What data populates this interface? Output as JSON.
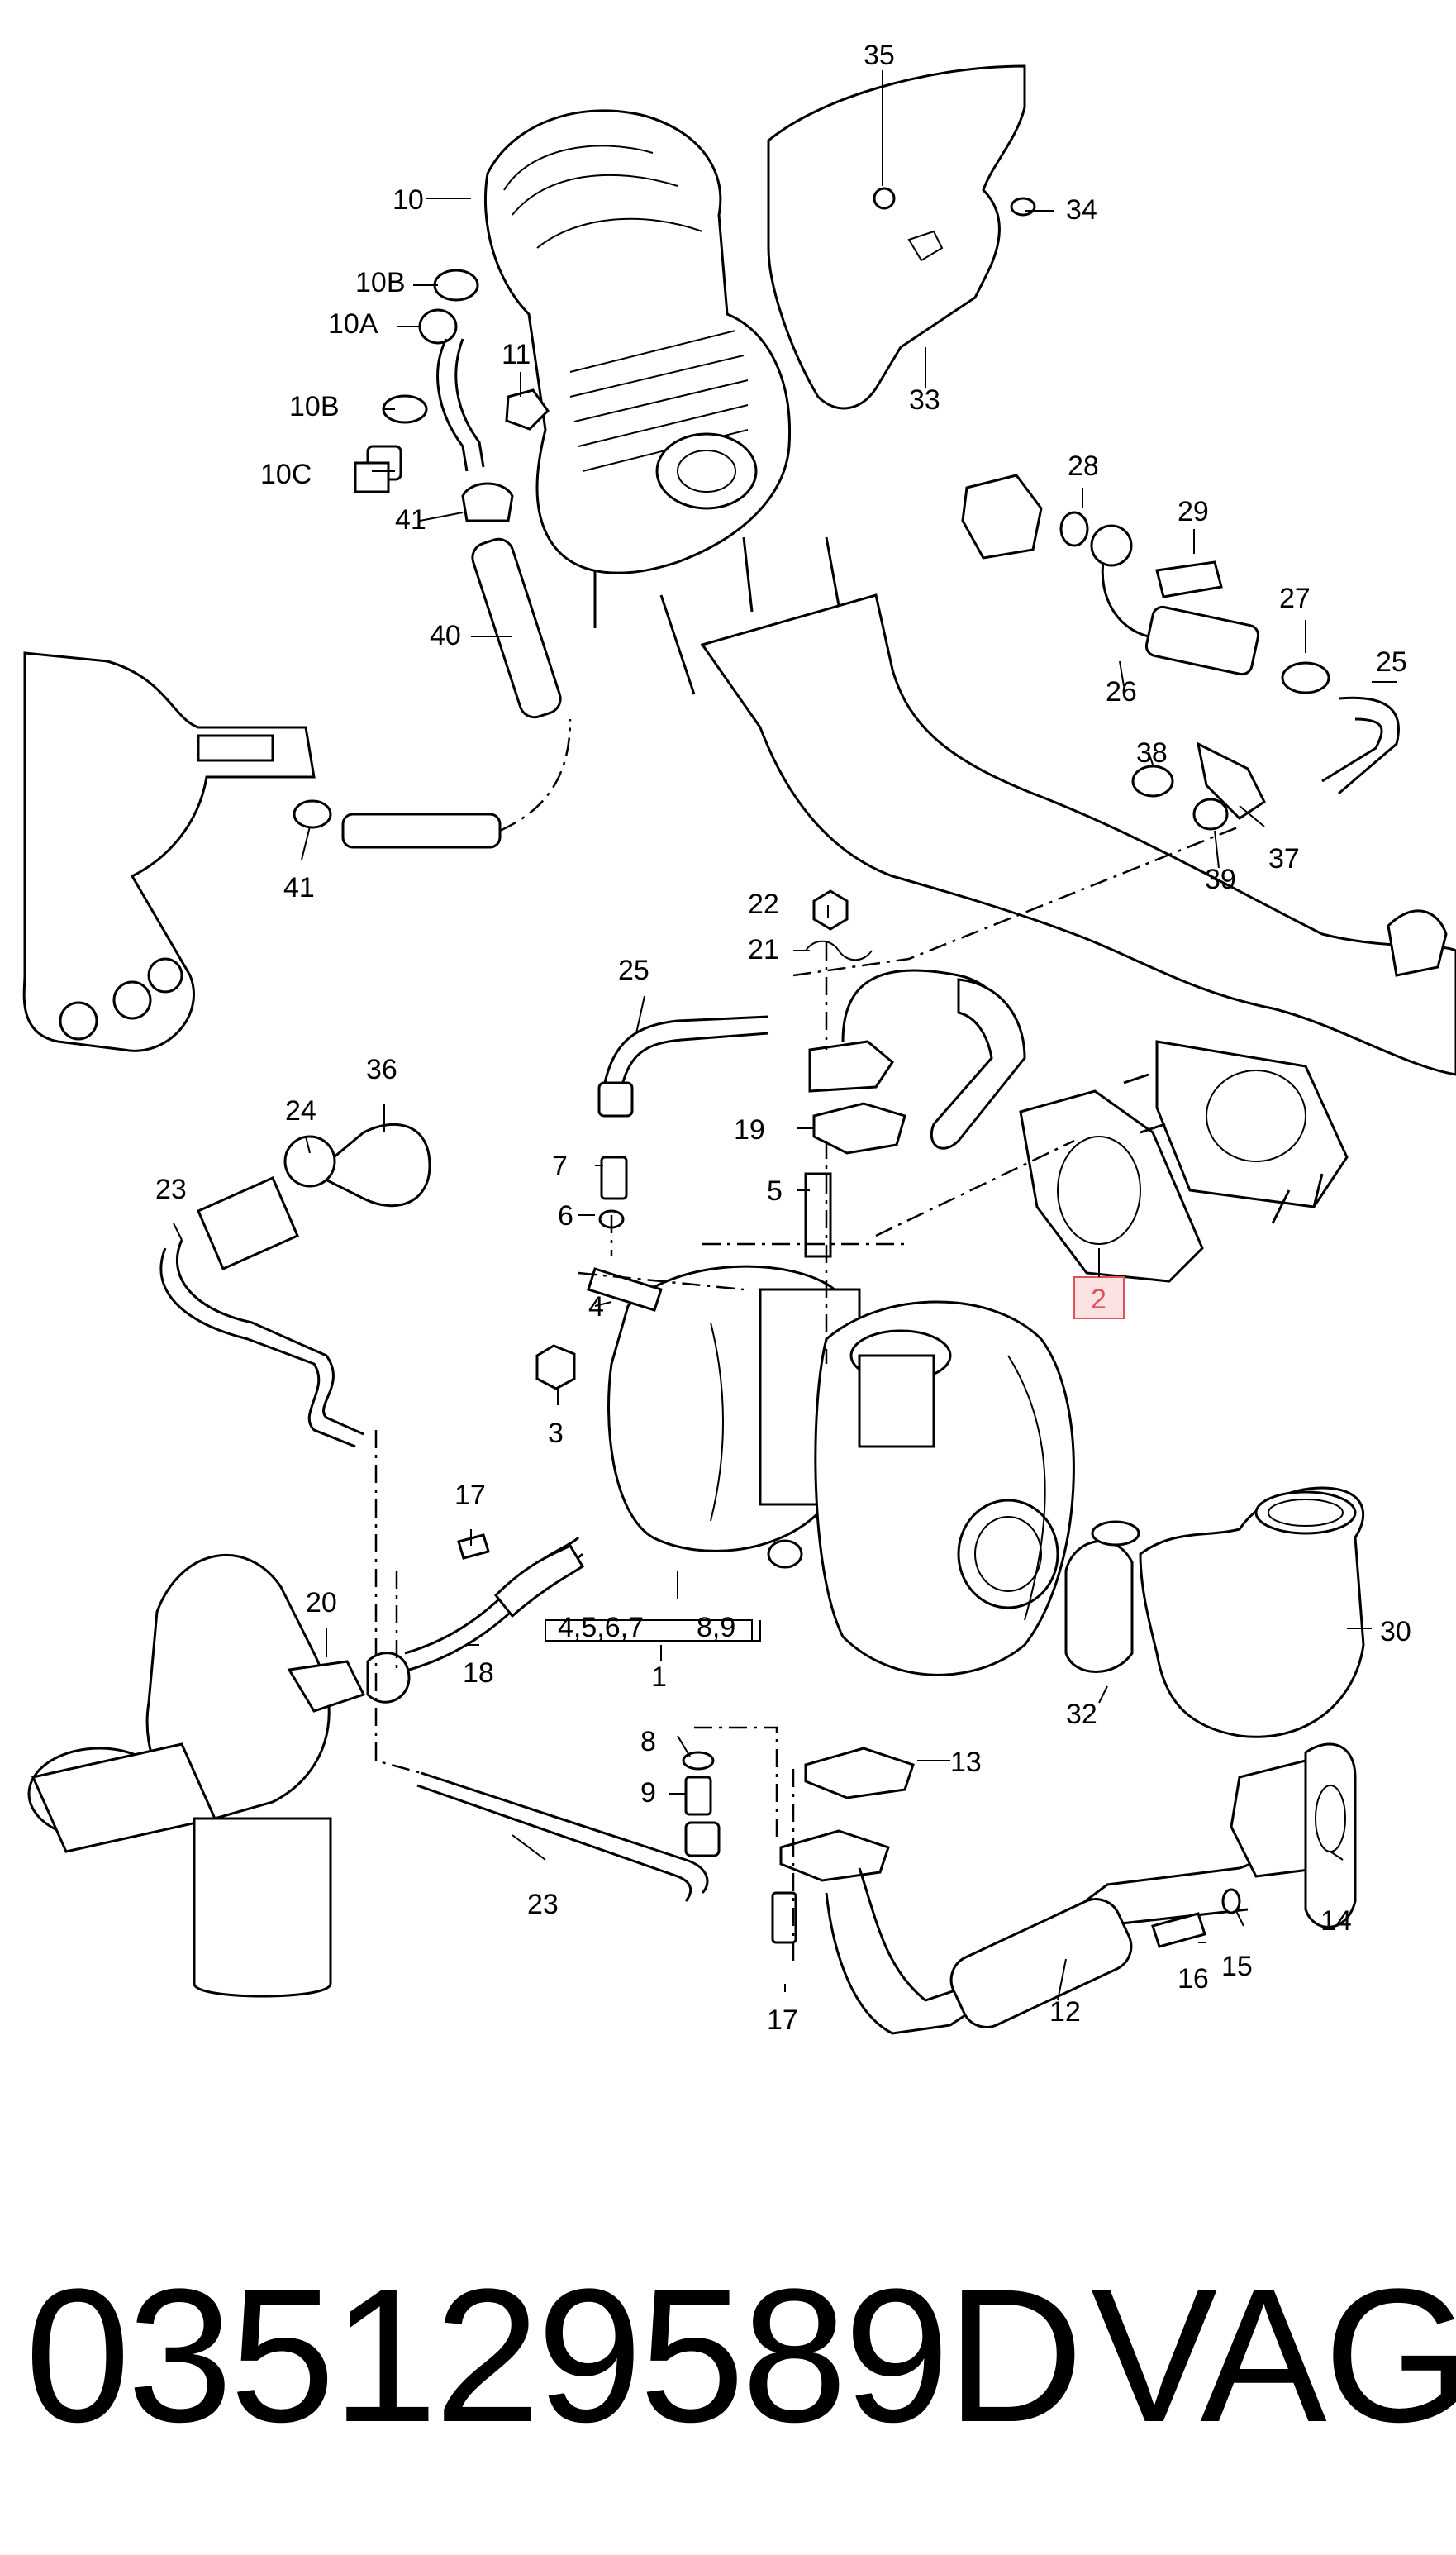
{
  "diagram": {
    "callouts": [
      {
        "id": "c35",
        "text": "35"
      },
      {
        "id": "c34",
        "text": "34"
      },
      {
        "id": "c33",
        "text": "33"
      },
      {
        "id": "c10",
        "text": "10"
      },
      {
        "id": "c10B_a",
        "text": "10B"
      },
      {
        "id": "c10A",
        "text": "10A"
      },
      {
        "id": "c11",
        "text": "11"
      },
      {
        "id": "c10B_b",
        "text": "10B"
      },
      {
        "id": "c10C",
        "text": "10C"
      },
      {
        "id": "c41_a",
        "text": "41"
      },
      {
        "id": "c40",
        "text": "40"
      },
      {
        "id": "c28",
        "text": "28"
      },
      {
        "id": "c29",
        "text": "29"
      },
      {
        "id": "c27",
        "text": "27"
      },
      {
        "id": "c25_a",
        "text": "25"
      },
      {
        "id": "c26",
        "text": "26"
      },
      {
        "id": "c38",
        "text": "38"
      },
      {
        "id": "c37",
        "text": "37"
      },
      {
        "id": "c39",
        "text": "39"
      },
      {
        "id": "c41_b",
        "text": "41"
      },
      {
        "id": "c22",
        "text": "22"
      },
      {
        "id": "c21",
        "text": "21"
      },
      {
        "id": "c25_b",
        "text": "25"
      },
      {
        "id": "c19",
        "text": "19"
      },
      {
        "id": "c36",
        "text": "36"
      },
      {
        "id": "c24",
        "text": "24"
      },
      {
        "id": "c7",
        "text": "7"
      },
      {
        "id": "c5",
        "text": "5"
      },
      {
        "id": "c23_a",
        "text": "23"
      },
      {
        "id": "c6",
        "text": "6"
      },
      {
        "id": "c2",
        "text": "2"
      },
      {
        "id": "c4",
        "text": "4"
      },
      {
        "id": "c3",
        "text": "3"
      },
      {
        "id": "c17_a",
        "text": "17"
      },
      {
        "id": "c20",
        "text": "20"
      },
      {
        "id": "c18",
        "text": "18"
      },
      {
        "id": "c30",
        "text": "30"
      },
      {
        "id": "c1group_a",
        "text": "4,5,6,7"
      },
      {
        "id": "c1group_b",
        "text": "8,9"
      },
      {
        "id": "c1",
        "text": "1"
      },
      {
        "id": "c32",
        "text": "32"
      },
      {
        "id": "c8",
        "text": "8"
      },
      {
        "id": "c13",
        "text": "13"
      },
      {
        "id": "c9",
        "text": "9"
      },
      {
        "id": "c14",
        "text": "14"
      },
      {
        "id": "c23_b",
        "text": "23"
      },
      {
        "id": "c16",
        "text": "16"
      },
      {
        "id": "c15",
        "text": "15"
      },
      {
        "id": "c12",
        "text": "12"
      },
      {
        "id": "c17_b",
        "text": "17"
      }
    ],
    "highlight_color": "#e0525a"
  },
  "caption": {
    "part_number": "035129589D",
    "brand": "VAG"
  }
}
